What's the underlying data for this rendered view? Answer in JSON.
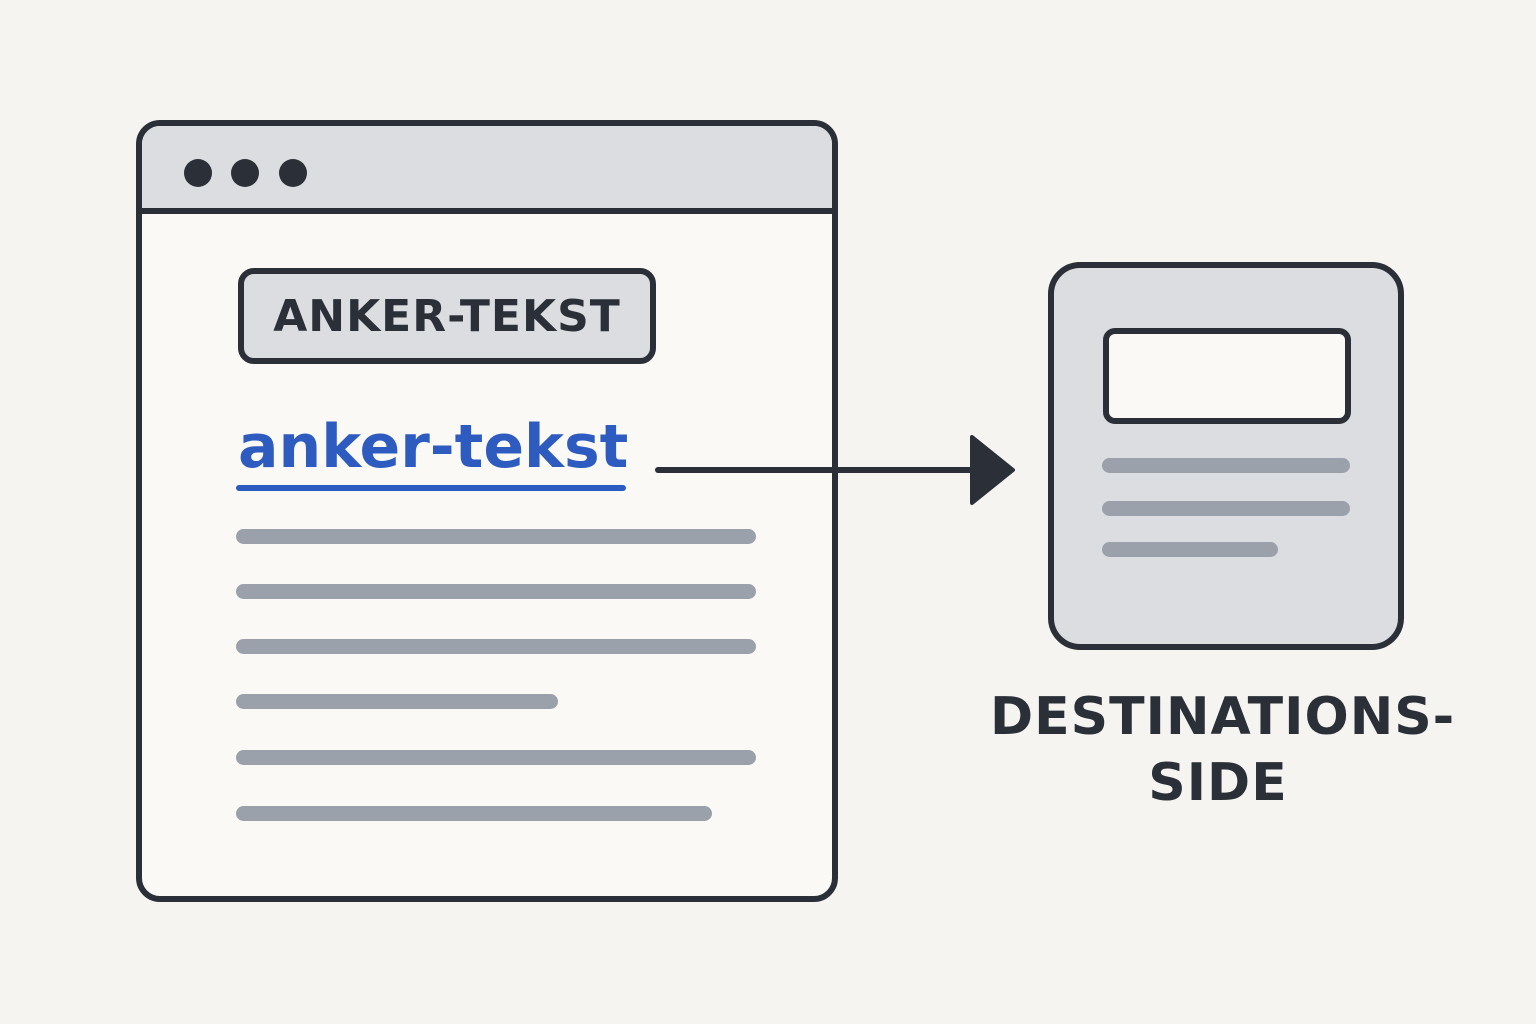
{
  "source_page": {
    "label": "ANKER-TEKST",
    "link_text": "anker-tekst",
    "link_color": "#2d5bbf"
  },
  "destination": {
    "caption_line1": "DESTINATIONS-",
    "caption_line2": "SIDE"
  },
  "colors": {
    "outline": "#2a2f38",
    "panel": "#dcdde0",
    "text_placeholder": "#9ba1aa",
    "background": "#f5f4f0"
  }
}
